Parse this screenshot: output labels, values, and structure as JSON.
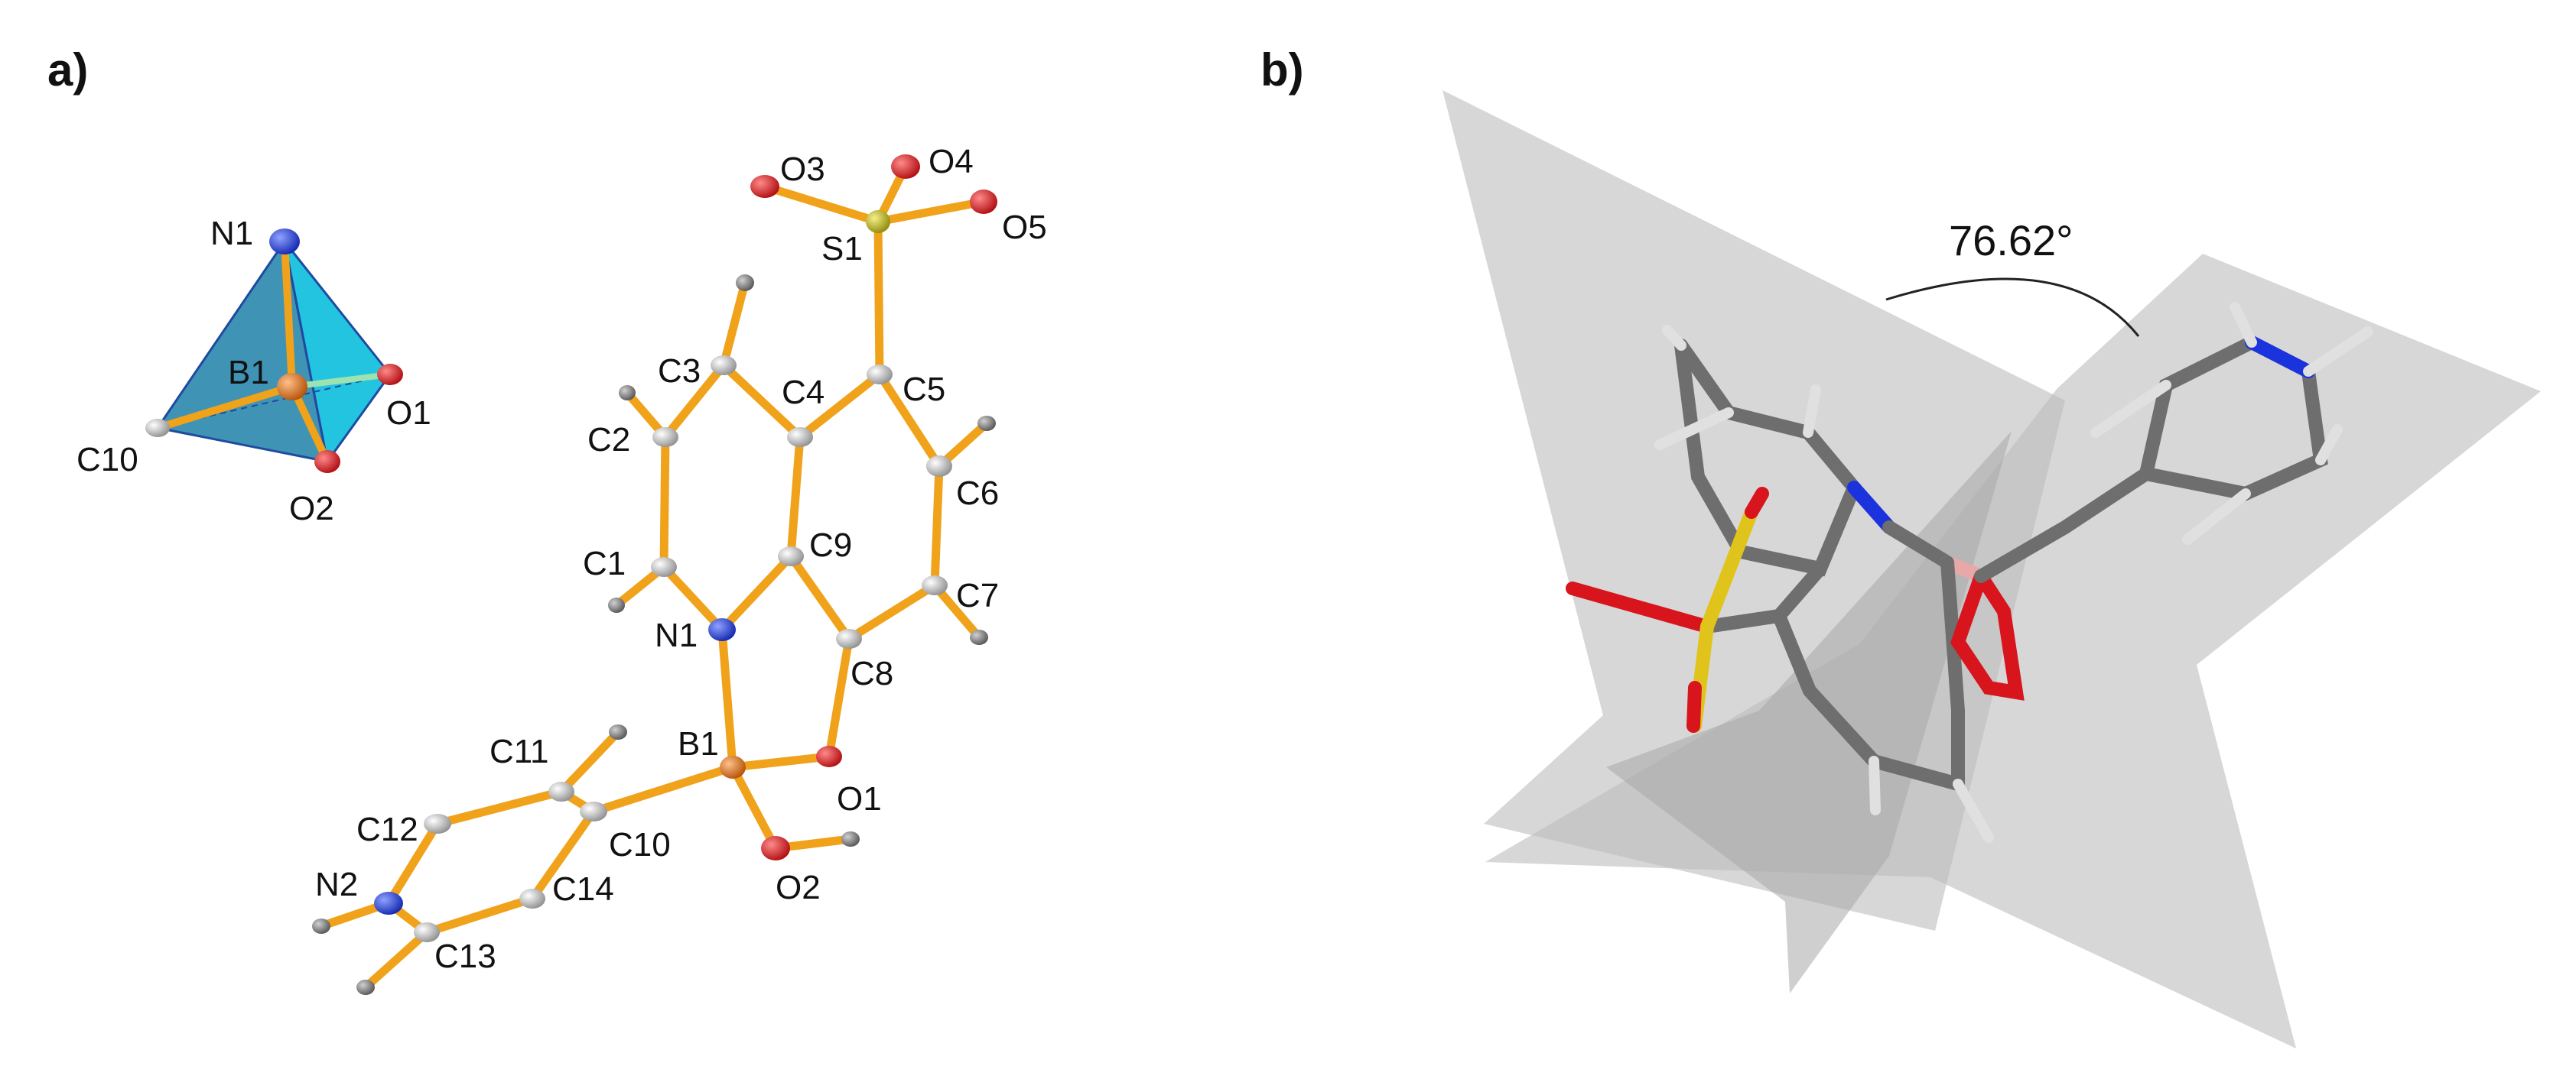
{
  "panels": {
    "a": {
      "label": "a)"
    },
    "b": {
      "label": "b)"
    }
  },
  "tetrahedron_labels": {
    "N1": "N1",
    "B1": "B1",
    "O1": "O1",
    "O2": "O2",
    "C10": "C10"
  },
  "molecule_labels": {
    "O3": "O3",
    "O4": "O4",
    "O5": "O5",
    "S1": "S1",
    "C1": "C1",
    "C2": "C2",
    "C3": "C3",
    "C4": "C4",
    "C5": "C5",
    "C6": "C6",
    "C7": "C7",
    "C8": "C8",
    "C9": "C9",
    "N1": "N1",
    "B1": "B1",
    "O1": "O1",
    "O2": "O2",
    "C10": "C10",
    "C11": "C11",
    "C12": "C12",
    "C13": "C13",
    "C14": "C14",
    "N2": "N2"
  },
  "dihedral": {
    "angle_label": "76.62°"
  },
  "colors": {
    "bond": "#f0a21a",
    "nitrogen": "#1a33cc",
    "oxygen": "#d8141c",
    "sulfur": "#c8c214",
    "boron": "#e0781c",
    "carbon": "#b7b7b7",
    "hydrogen": "#8a8a8a",
    "tetra_face": "#1fb0c8",
    "plane": "#bdbdbd",
    "stick_carbon": "#6e6e6e",
    "stick_boron": "#e8a8a8",
    "stick_sulfur": "#e8d21c"
  }
}
